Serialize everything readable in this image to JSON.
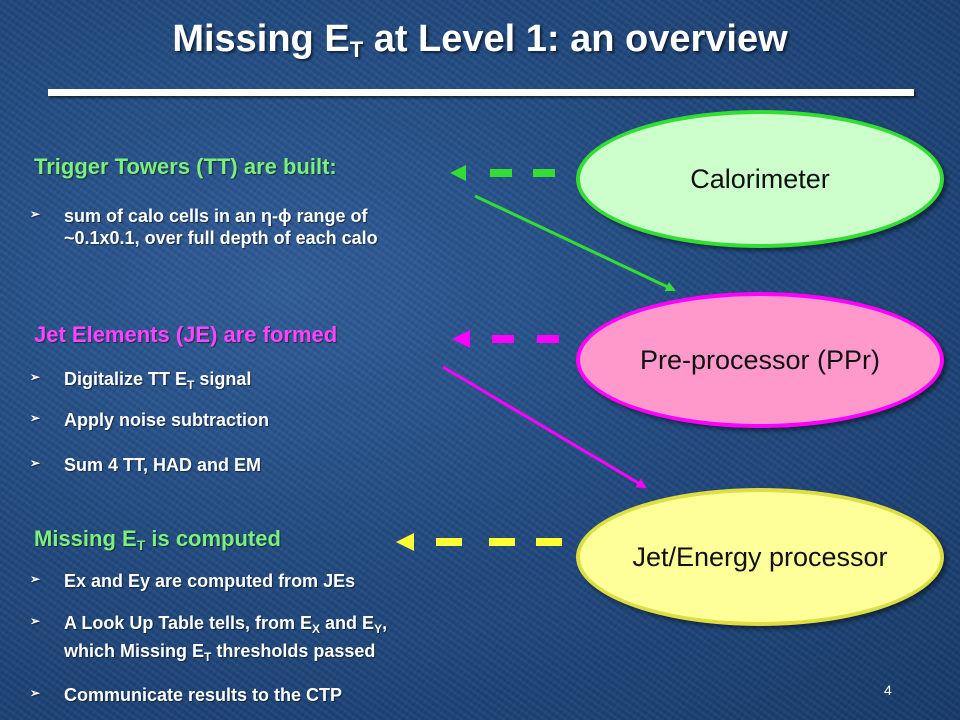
{
  "title": {
    "prefix": "Missing E",
    "sub": "T",
    "suffix": " at Level 1: an overview"
  },
  "sections": [
    {
      "heading": {
        "prefix": "Trigger Towers (TT) are built:",
        "sub": "",
        "suffix": ""
      },
      "bullets": [
        {
          "text": "sum of calo cells in an η-ϕ range of",
          "line2": "~0.1x0.1, over full depth of each calo"
        }
      ]
    },
    {
      "heading": {
        "prefix": "Jet Elements (JE) are formed",
        "sub": "",
        "suffix": ""
      },
      "bullets": [
        {
          "prefix": "Digitalize TT E",
          "sub": "T",
          "suffix": " signal"
        },
        {
          "text": "Apply noise subtraction"
        },
        {
          "text": "Sum 4 TT, HAD and EM"
        }
      ]
    },
    {
      "heading": {
        "prefix": "Missing E",
        "sub": "T",
        "suffix": " is computed"
      },
      "bullets": [
        {
          "text": "Ex and Ey are computed from JEs"
        },
        {
          "prefix": "A Look Up Table tells, from E",
          "sub": "X",
          "mid": " and E",
          "sub2": "Y",
          "suffix": ",",
          "line2_prefix": "which Missing E",
          "line2_sub": "T",
          "line2_suffix": " thresholds passed"
        },
        {
          "text": "Communicate results to the CTP"
        }
      ]
    }
  ],
  "boxes": {
    "calorimeter": "Calorimeter",
    "preprocessor": "Pre-processor (PPr)",
    "jep": "Jet/Energy processor"
  },
  "page_number": "4",
  "colors": {
    "green": "#33dd33",
    "pink": "#ff00ff",
    "white": "#ffffff"
  },
  "icons": {
    "bullet": "arrowhead-bullet-icon",
    "dashed_arrow": "dashed-left-arrow-icon"
  }
}
